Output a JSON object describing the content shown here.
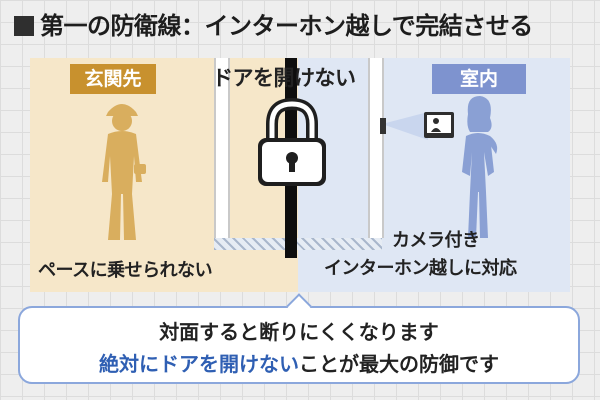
{
  "header": {
    "title": "第一の防衛線：インターホン越しで完結させる"
  },
  "scene": {
    "outside_label": "玄関先",
    "inside_label": "室内",
    "door_label": "ドアを開けない",
    "outside_caption": "ペースに乗せられない",
    "inside_caption_line1": "カメラ付き",
    "inside_caption_line2": "インターホン越しに対応"
  },
  "footer": {
    "line1": "対面すると断りにくくなります",
    "line2_emphasis": "絶対にドアを開けない",
    "line2_rest": "ことが最大の防御です"
  },
  "colors": {
    "outside_bg": "#f6e7c9",
    "inside_bg": "#dfe7f4",
    "outside_accent": "#c8912e",
    "inside_accent": "#7e93cf",
    "emphasis": "#2f5fb3"
  },
  "icons": [
    "worker-silhouette",
    "woman-silhouette",
    "padlock-icon",
    "intercom-monitor-icon"
  ]
}
